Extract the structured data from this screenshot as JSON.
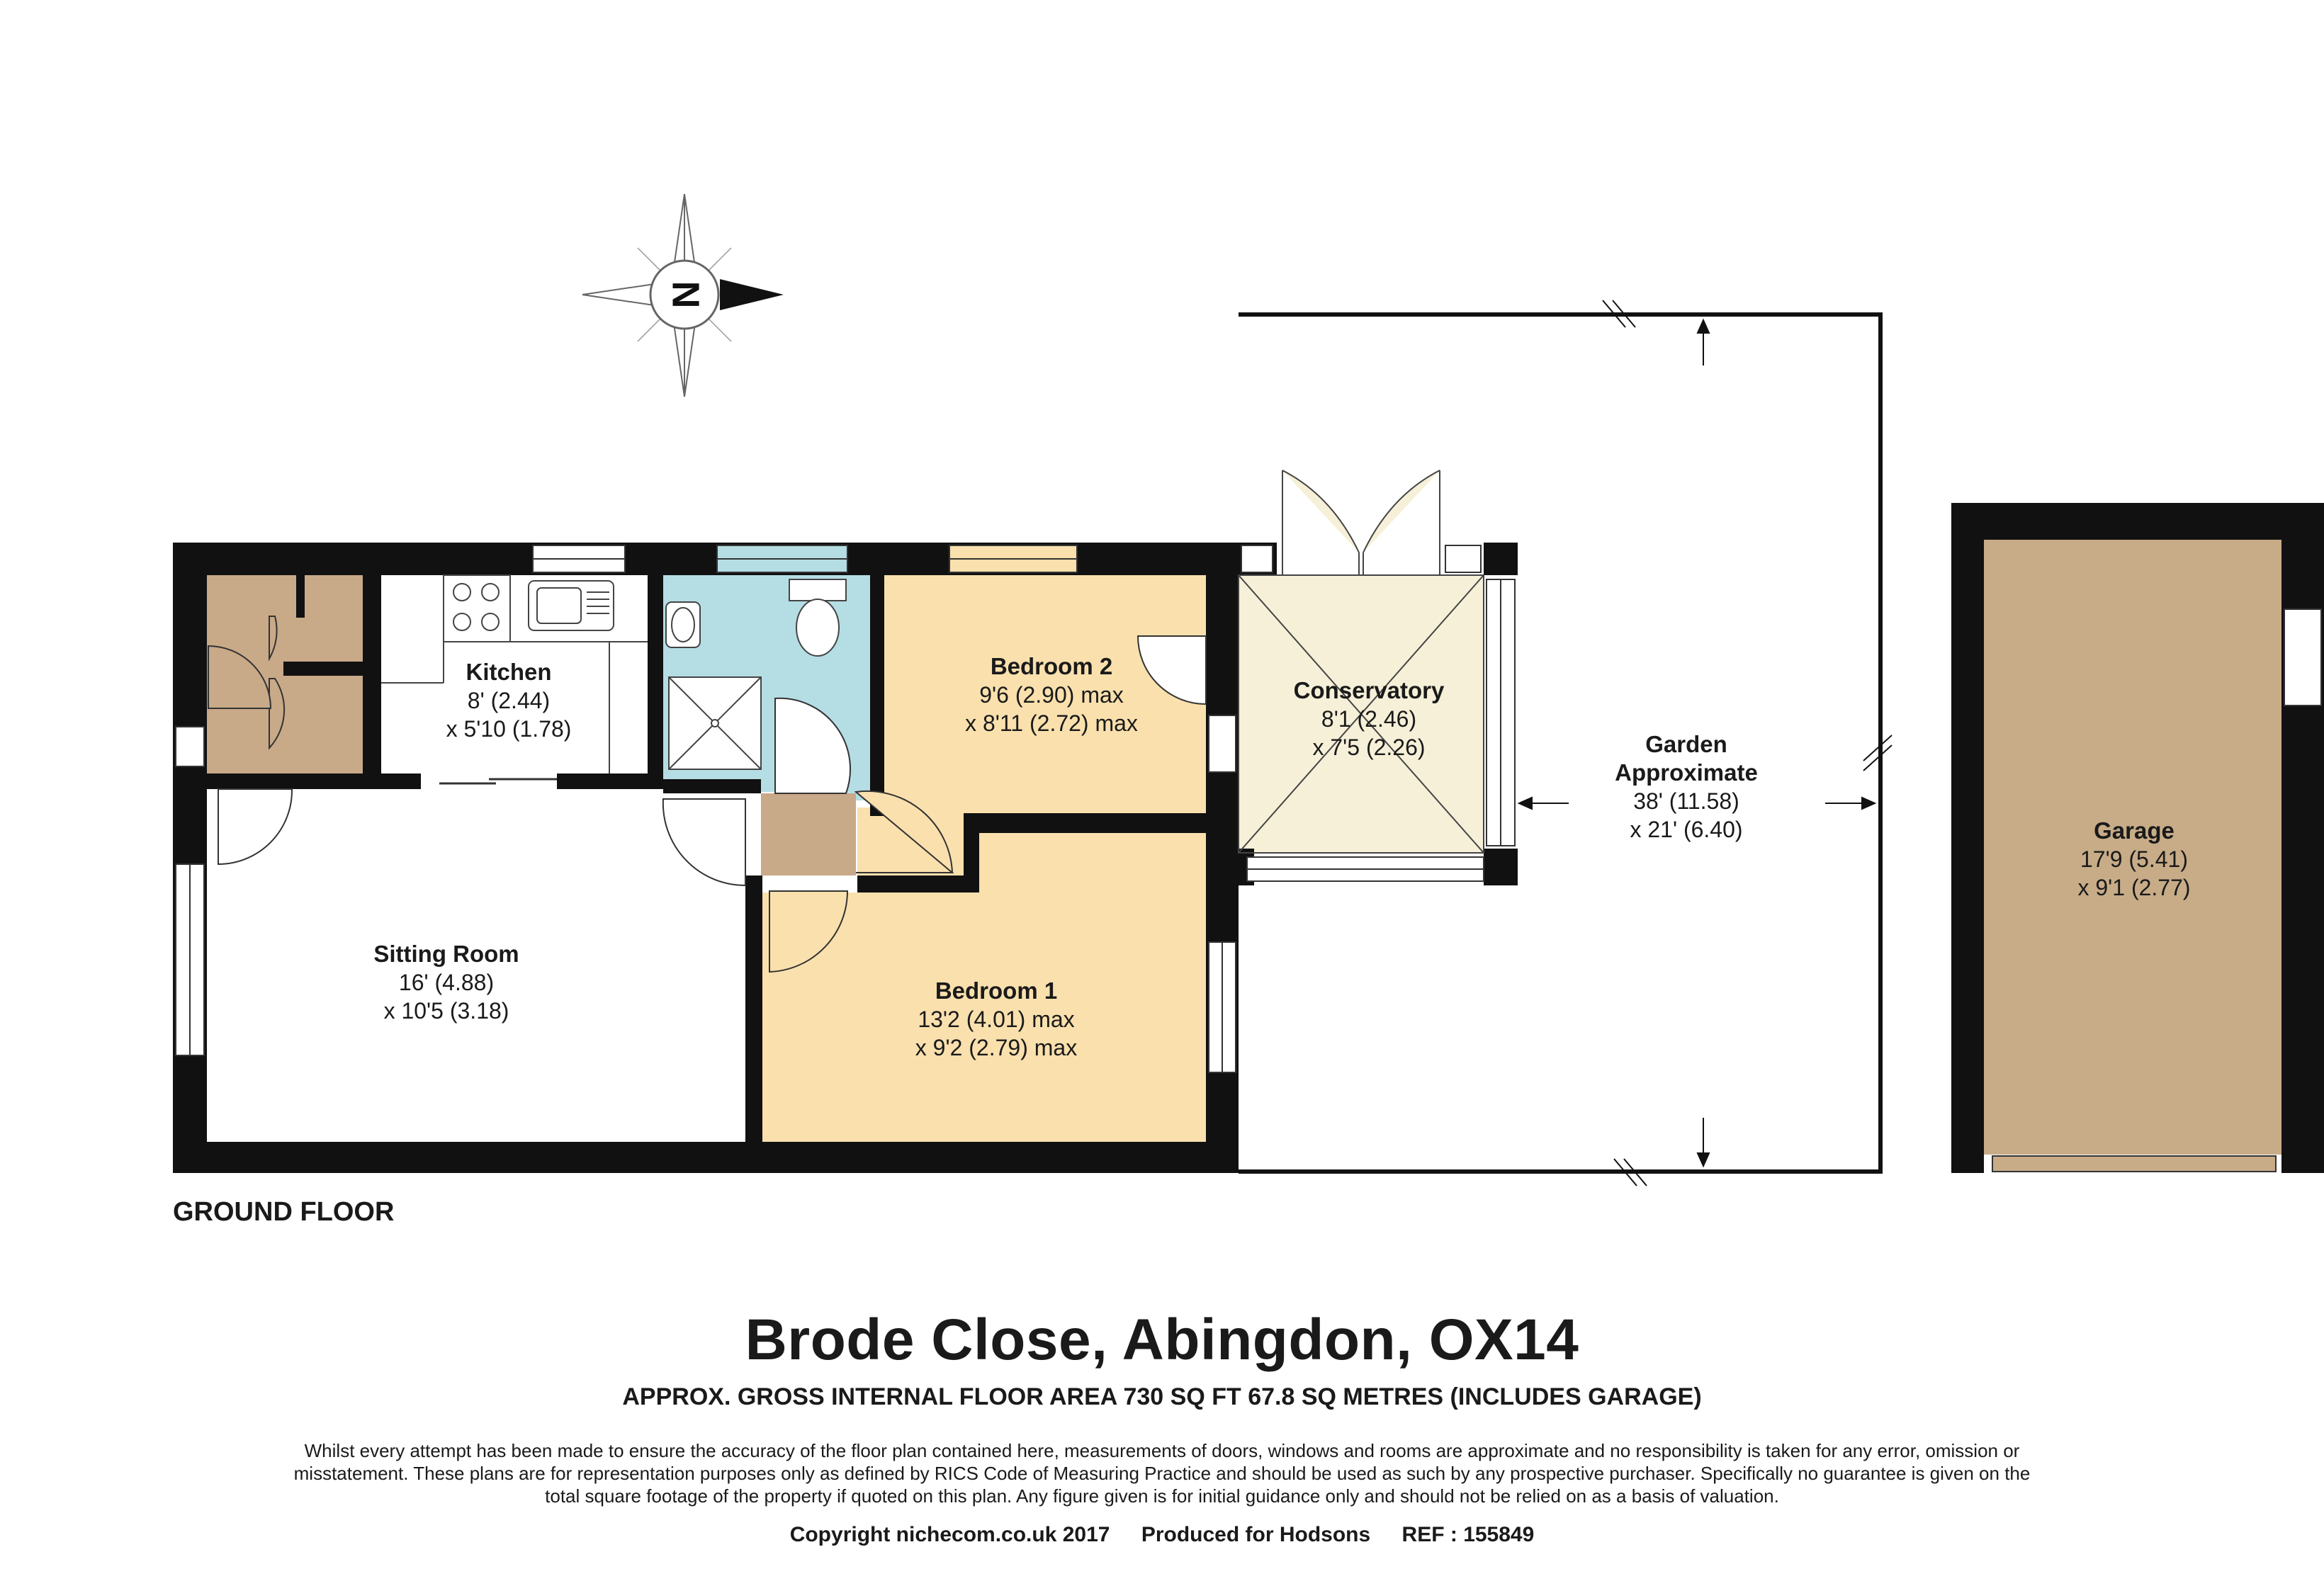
{
  "floor_label": "GROUND FLOOR",
  "compass": {
    "letter": "N"
  },
  "rooms": {
    "kitchen": {
      "name": "Kitchen",
      "dim1": "8' (2.44)",
      "dim2": "x 5'10 (1.78)"
    },
    "bedroom2": {
      "name": "Bedroom 2",
      "dim1": "9'6 (2.90) max",
      "dim2": "x 8'11 (2.72) max"
    },
    "conservatory": {
      "name": "Conservatory",
      "dim1": "8'1 (2.46)",
      "dim2": "x 7'5 (2.26)"
    },
    "garden": {
      "name": "Garden",
      "name2": "Approximate",
      "dim1": "38' (11.58)",
      "dim2": "x 21' (6.40)"
    },
    "garage": {
      "name": "Garage",
      "dim1": "17'9 (5.41)",
      "dim2": "x 9'1 (2.77)"
    },
    "sitting": {
      "name": "Sitting Room",
      "dim1": "16' (4.88)",
      "dim2": "x 10'5 (3.18)"
    },
    "bedroom1": {
      "name": "Bedroom 1",
      "dim1": "13'2 (4.01) max",
      "dim2": "x 9'2 (2.79) max"
    }
  },
  "colors": {
    "wall": "#111111",
    "cupboard": "#c8a988",
    "bathroom": "#b5dde4",
    "bedroom": "#f9e0ad",
    "conservatory": "#f6f0d8",
    "garage": "#c8ac88"
  },
  "title": "Brode Close, Abingdon, OX14",
  "subtitle": "APPROX. GROSS INTERNAL FLOOR AREA 730 SQ FT 67.8 SQ METRES (INCLUDES GARAGE)",
  "disclaimer": "Whilst every attempt has been made to ensure the accuracy of the floor plan contained here, measurements of doors, windows and rooms are approximate and no responsibility is taken for any error, omission or misstatement. These plans are for representation purposes only as defined by RICS Code of Measuring Practice and should be used as such by any prospective purchaser. Specifically no guarantee is given on the total square footage of the property if quoted on this plan. Any figure given is for initial guidance only and should not be relied on as a basis of valuation.",
  "footer": {
    "copyright": "Copyright nichecom.co.uk 2017",
    "produced": "Produced for Hodsons",
    "ref": "REF :  155849"
  }
}
